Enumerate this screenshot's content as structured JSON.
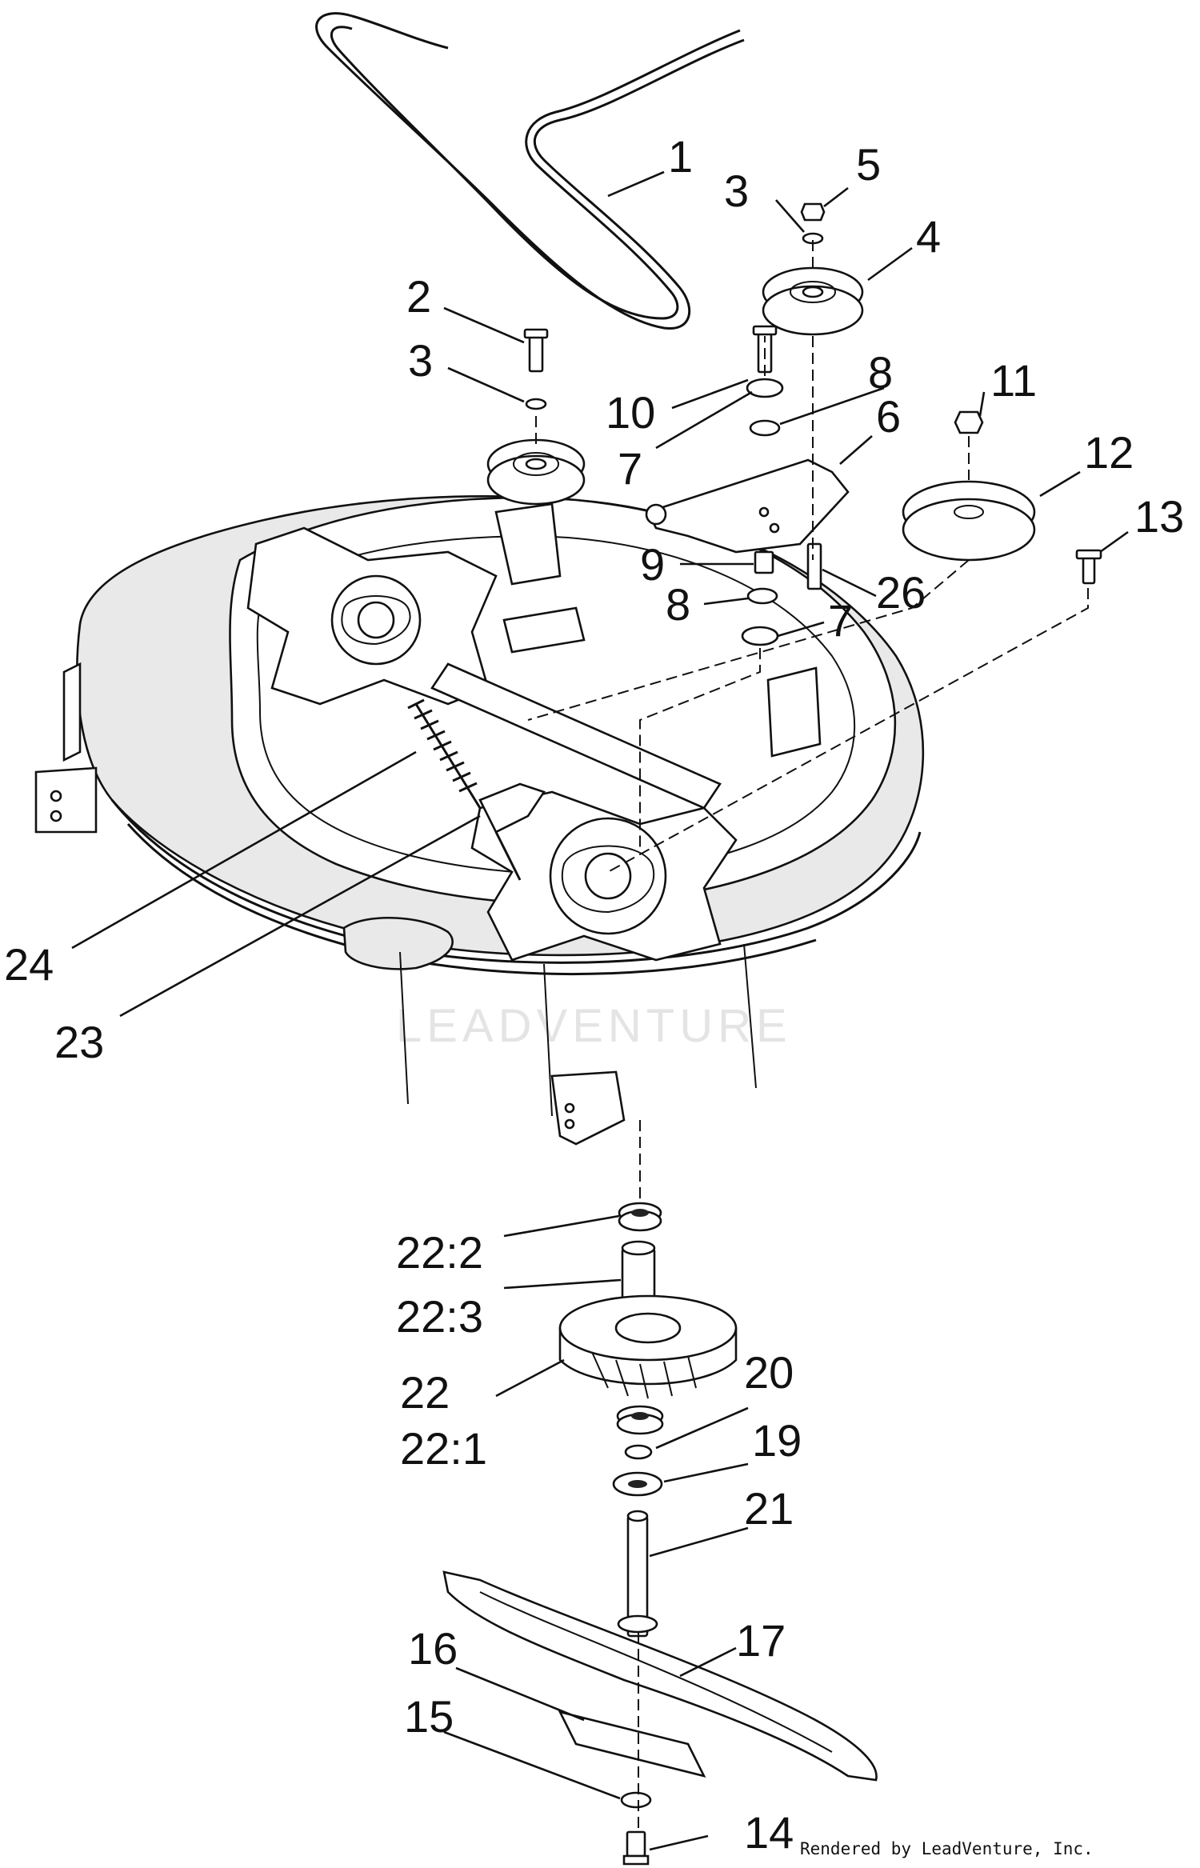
{
  "watermark": "LEADVENTURE",
  "credit": "Rendered by LeadVenture, Inc.",
  "callouts": [
    {
      "id": "c1",
      "label": "1"
    },
    {
      "id": "c2",
      "label": "2"
    },
    {
      "id": "c3a",
      "label": "3"
    },
    {
      "id": "c3b",
      "label": "3"
    },
    {
      "id": "c4",
      "label": "4"
    },
    {
      "id": "c5",
      "label": "5"
    },
    {
      "id": "c6",
      "label": "6"
    },
    {
      "id": "c7a",
      "label": "7"
    },
    {
      "id": "c7b",
      "label": "7"
    },
    {
      "id": "c8a",
      "label": "8"
    },
    {
      "id": "c8b",
      "label": "8"
    },
    {
      "id": "c9",
      "label": "9"
    },
    {
      "id": "c10",
      "label": "10"
    },
    {
      "id": "c11",
      "label": "11"
    },
    {
      "id": "c12",
      "label": "12"
    },
    {
      "id": "c13",
      "label": "13"
    },
    {
      "id": "c14",
      "label": "14"
    },
    {
      "id": "c15",
      "label": "15"
    },
    {
      "id": "c16",
      "label": "16"
    },
    {
      "id": "c17",
      "label": "17"
    },
    {
      "id": "c19",
      "label": "19"
    },
    {
      "id": "c20",
      "label": "20"
    },
    {
      "id": "c21",
      "label": "21"
    },
    {
      "id": "c22",
      "label": "22"
    },
    {
      "id": "c22_1",
      "label": "22:1"
    },
    {
      "id": "c22_2",
      "label": "22:2"
    },
    {
      "id": "c22_3",
      "label": "22:3"
    },
    {
      "id": "c23",
      "label": "23"
    },
    {
      "id": "c24",
      "label": "24"
    },
    {
      "id": "c26",
      "label": "26"
    }
  ]
}
